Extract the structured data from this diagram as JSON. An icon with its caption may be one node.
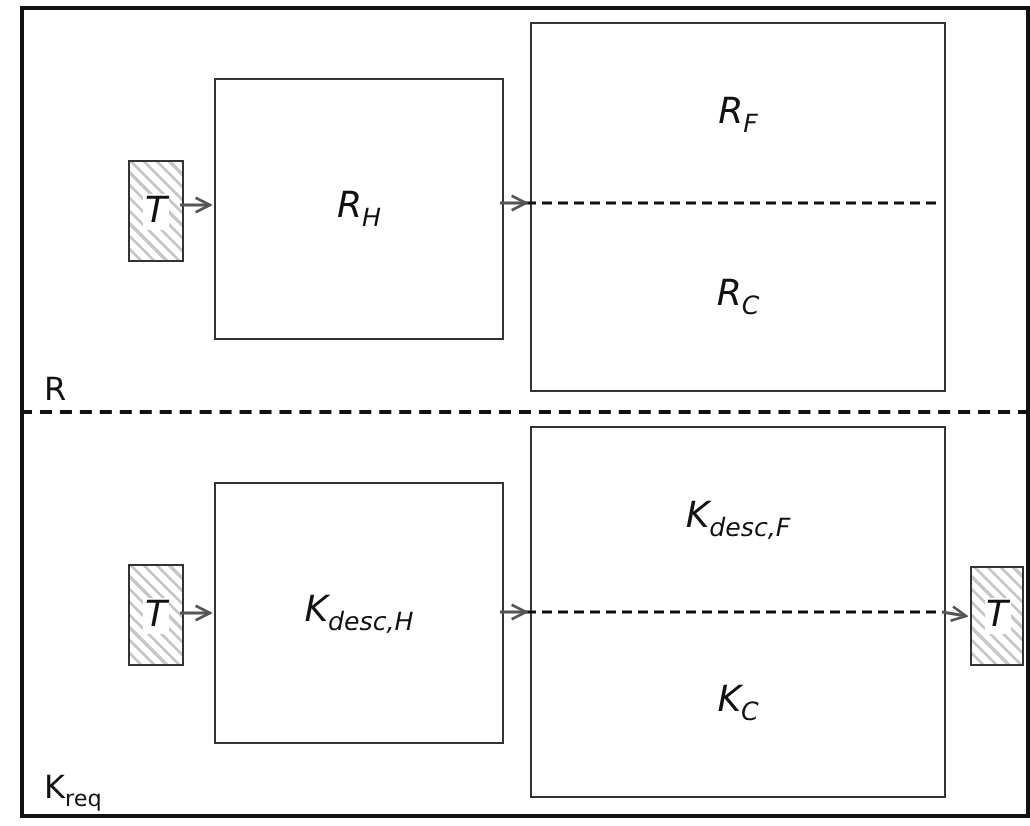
{
  "diagram": {
    "nodes": [
      {
        "text": [
          "R"
        ]
      },
      {
        "text": [
          "T"
        ],
        "in": 0
      },
      {
        "text": [
          "R$_{H}$"
        ],
        "in": 0
      },
      {
        "text": [
          "R$_{F}$",
          "R$_{C}$"
        ],
        "in": 0
      },
      {
        "text": [
          "K$_{req}$"
        ]
      },
      {
        "text": [
          "T"
        ],
        "in": 4
      },
      {
        "text": [
          "K$_{desc,H}$"
        ],
        "in": 4
      },
      {
        "text": [
          "K$_{desc,F}$",
          "K$_{C}$"
        ],
        "in": 4
      },
      {
        "text": [
          "T"
        ],
        "in": 4
      }
    ],
    "edges": [
      {
        "from": 1,
        "to": 2,
        "arrow": "to"
      },
      {
        "from": 2,
        "to": 3,
        "arrow": "to"
      },
      {
        "from": 5,
        "to": 6,
        "arrow": "to"
      },
      {
        "from": 6,
        "to": 7,
        "arrow": "to"
      },
      {
        "from": 7,
        "to": 8,
        "arrow": "to"
      }
    ]
  }
}
